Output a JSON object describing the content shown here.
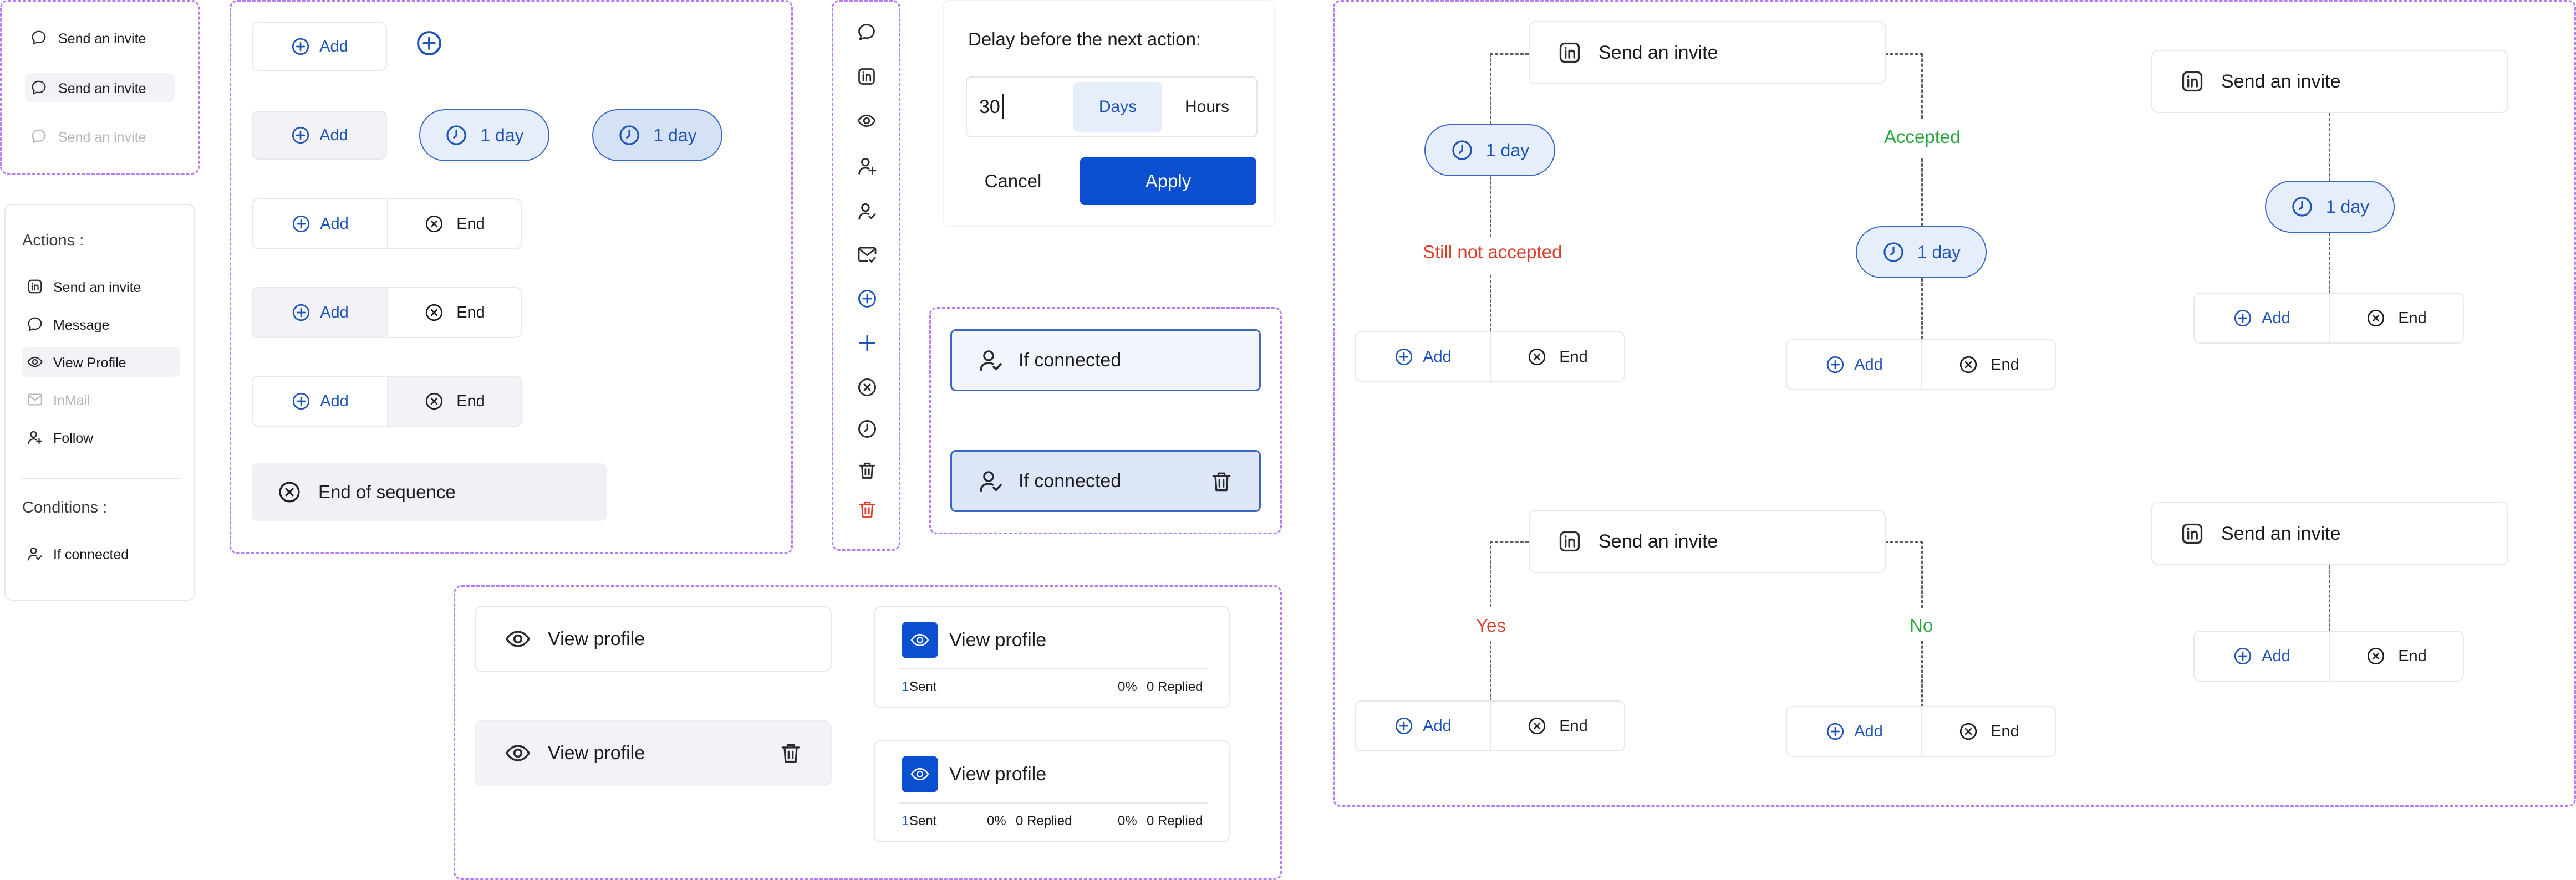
{
  "colors": {
    "accent": "#1e53b8",
    "primary_button": "#0a4fcf",
    "dashed_border": "#b67ef2",
    "danger": "#dc3e2a",
    "success": "#2aa63c",
    "pill_bg": "#e6eefb"
  },
  "menu_states": {
    "items": [
      "Send an invite",
      "Send an invite",
      "Send an invite"
    ]
  },
  "actions_panel": {
    "actions_title": "Actions :",
    "actions": [
      {
        "label": "Send an invite",
        "icon": "linkedin-icon"
      },
      {
        "label": "Message",
        "icon": "message-icon"
      },
      {
        "label": "View Profile",
        "icon": "eye-icon"
      },
      {
        "label": "InMail",
        "icon": "mail-icon"
      },
      {
        "label": "Follow",
        "icon": "user-plus-icon"
      }
    ],
    "conditions_title": "Conditions :",
    "conditions": [
      {
        "label": "If connected",
        "icon": "user-check-icon"
      }
    ]
  },
  "buttons_panel": {
    "add": "Add",
    "end": "End",
    "day": "1 day",
    "end_sequence": "End of sequence"
  },
  "icon_strip": [
    "message-icon",
    "linkedin-icon",
    "eye-icon",
    "user-plus-icon",
    "user-check-icon",
    "mail-check-icon",
    "plus-circle-icon",
    "plus-icon",
    "close-circle-icon",
    "clock-icon",
    "trash-icon",
    "trash-red-icon"
  ],
  "delay_popup": {
    "title": "Delay before the next action:",
    "value": "30",
    "unit_days": "Days",
    "unit_hours": "Hours",
    "cancel": "Cancel",
    "apply": "Apply"
  },
  "conditions_cards": {
    "label": "If connected"
  },
  "view_profile_panel": {
    "label": "View profile",
    "stats1": {
      "sent_count": "1",
      "sent_label": "Sent",
      "pct": "0%",
      "replied": "0 Replied"
    },
    "stats2": {
      "sent_count": "1",
      "sent_label": "Sent",
      "pct1": "0%",
      "replied1": "0 Replied",
      "pct2": "0%",
      "replied2": "0 Replied"
    }
  },
  "flows": {
    "invite": "Send an invite",
    "day": "1 day",
    "add": "Add",
    "end": "End",
    "still_not_accepted": "Still not accepted",
    "accepted": "Accepted",
    "yes": "Yes",
    "no": "No"
  }
}
